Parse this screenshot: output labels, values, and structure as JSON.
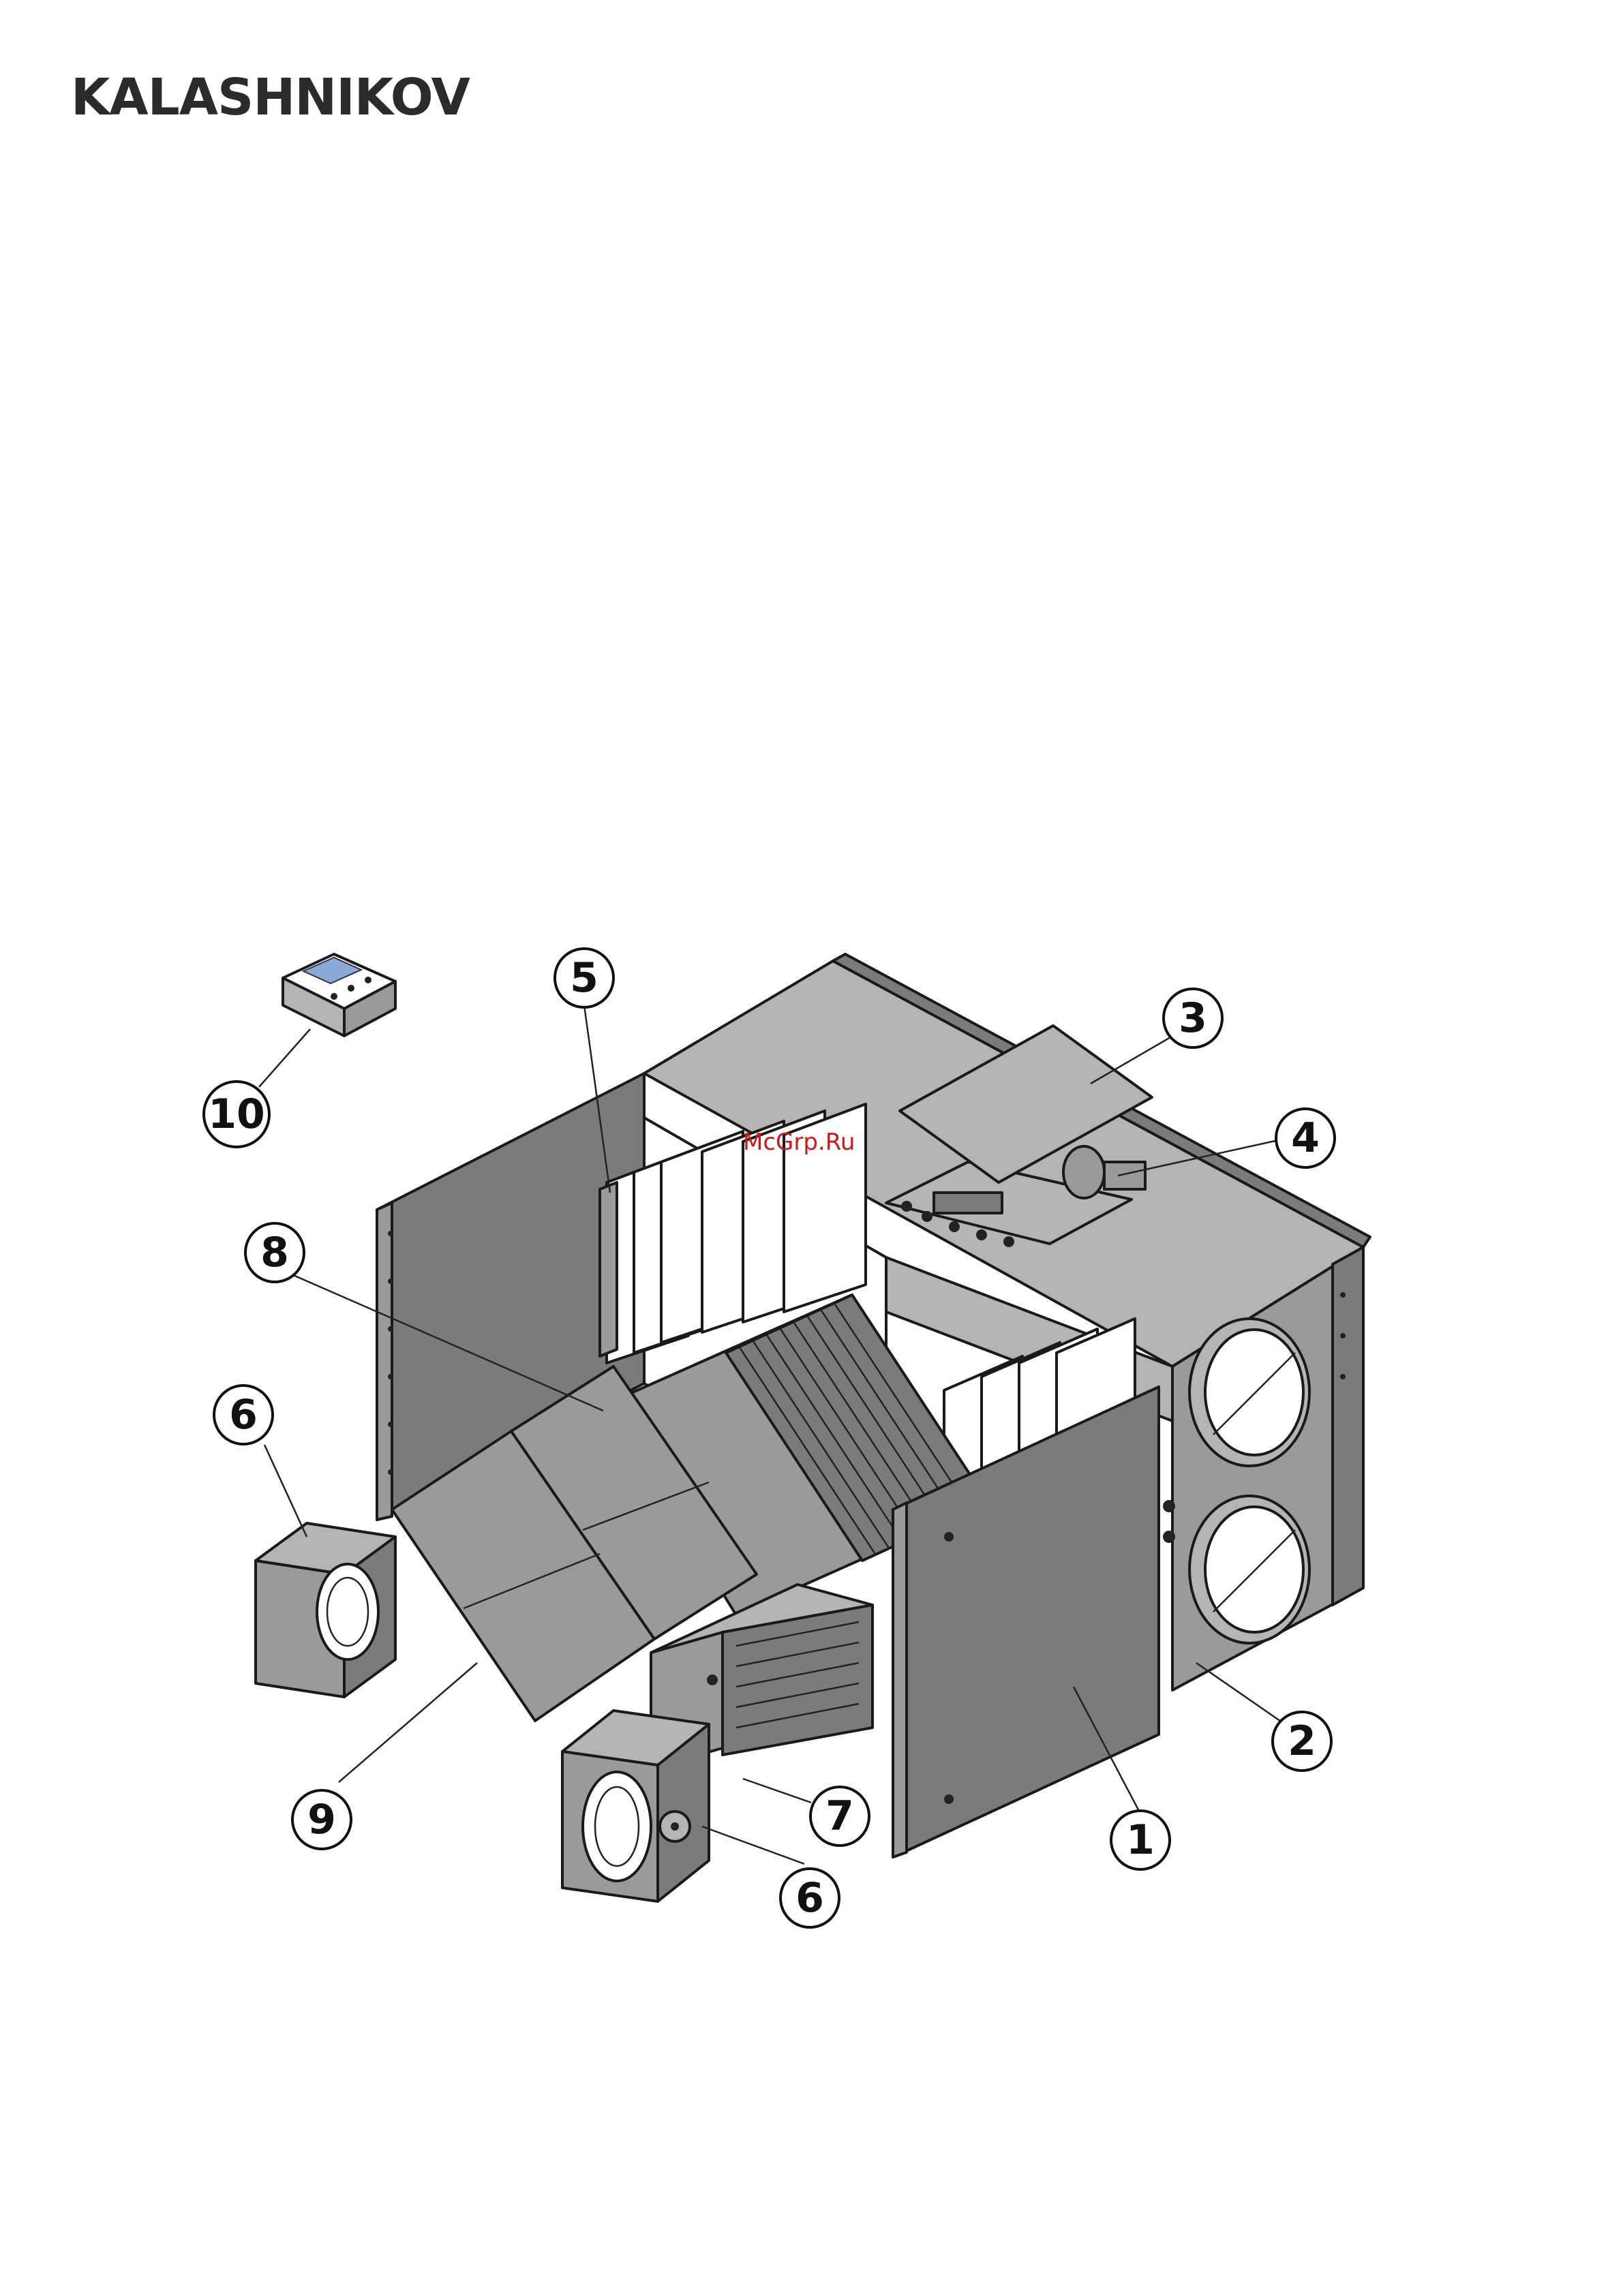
{
  "header": {
    "brand": "KALASHNIKOV"
  },
  "watermark": "McGrp.Ru",
  "callouts": [
    {
      "id": "c1",
      "label": "1"
    },
    {
      "id": "c2",
      "label": "2"
    },
    {
      "id": "c3",
      "label": "3"
    },
    {
      "id": "c4",
      "label": "4"
    },
    {
      "id": "c5",
      "label": "5"
    },
    {
      "id": "c6a",
      "label": "6"
    },
    {
      "id": "c6b",
      "label": "6"
    },
    {
      "id": "c7",
      "label": "7"
    },
    {
      "id": "c8",
      "label": "8"
    },
    {
      "id": "c9",
      "label": "9"
    },
    {
      "id": "c10",
      "label": "10"
    }
  ]
}
